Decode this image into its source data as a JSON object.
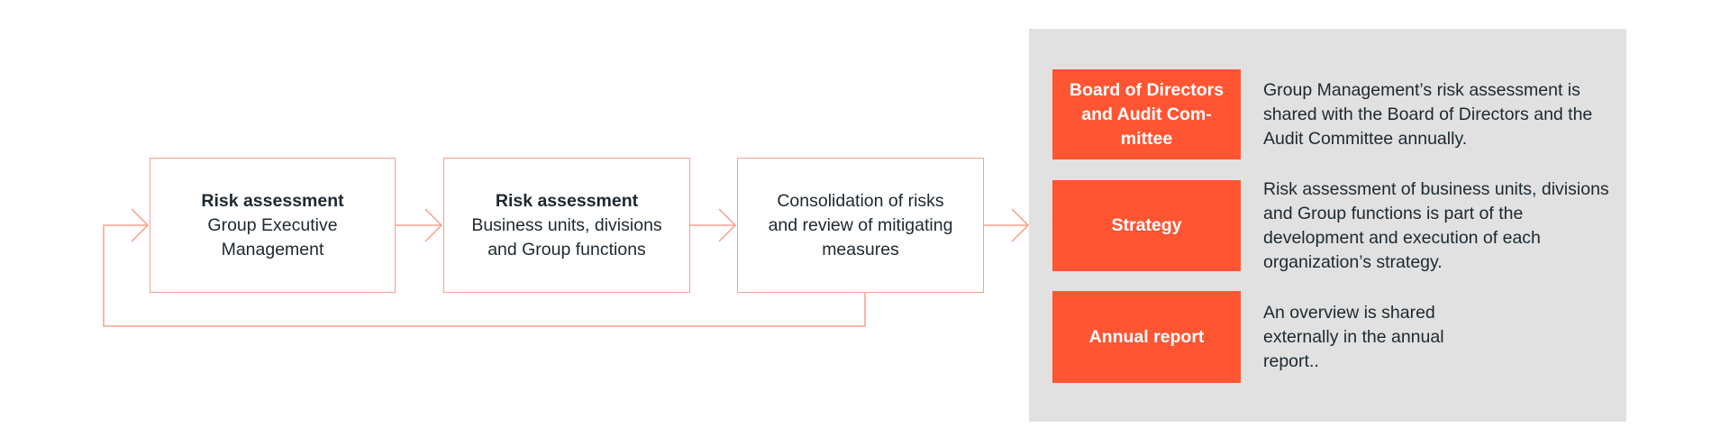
{
  "flow": [
    {
      "title": "Risk assessment",
      "text": "Group Executive Management"
    },
    {
      "title": "Risk assessment",
      "text": "Business units, divisions and Group functions"
    },
    {
      "title": "",
      "text": "Consolidation of risks and review of mitigating measures"
    }
  ],
  "outputs": [
    {
      "label": "Board of Directors and Audit Com-mittee",
      "description": "Group Management’s risk assessment is shared with the Board of Directors and the Audit Committee annually."
    },
    {
      "label": "Strategy",
      "description": "Risk assessment of business units, divisions and Group functions is part of the development and execution of each organization’s strategy."
    },
    {
      "label": "Annual report",
      "description": "An overview is shared externally in the annual report.."
    }
  ],
  "colors": {
    "accent": "#ff5533",
    "line": "#f7a08c",
    "panel": "#e1e1e1",
    "text": "#1d2830"
  }
}
